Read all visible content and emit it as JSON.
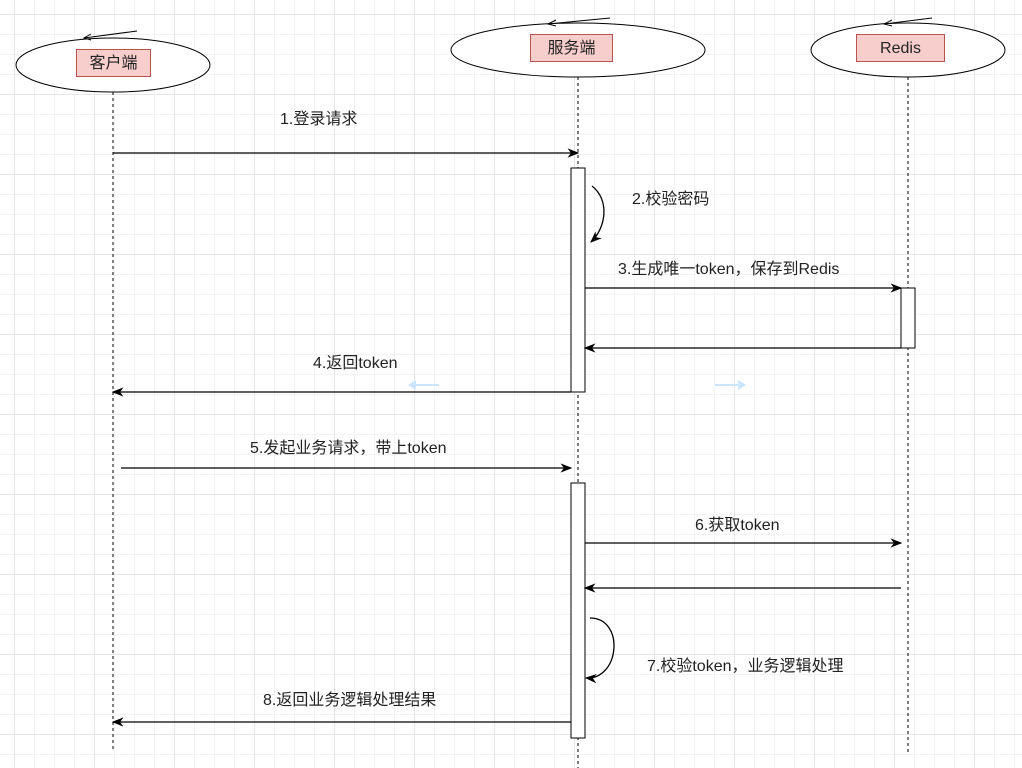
{
  "diagram": {
    "type": "sequence-diagram",
    "participants": [
      {
        "id": "client",
        "label": "客户端"
      },
      {
        "id": "server",
        "label": "服务端"
      },
      {
        "id": "redis",
        "label": "Redis"
      }
    ],
    "messages": [
      {
        "id": "m1",
        "from": "client",
        "to": "server",
        "label": "1.登录请求"
      },
      {
        "id": "m2",
        "from": "server",
        "to": "server",
        "label": "2.校验密码"
      },
      {
        "id": "m3",
        "from": "server",
        "to": "redis",
        "label": "3.生成唯一token，保存到Redis"
      },
      {
        "id": "m3r",
        "from": "redis",
        "to": "server",
        "label": ""
      },
      {
        "id": "m4",
        "from": "server",
        "to": "client",
        "label": "4.返回token"
      },
      {
        "id": "m5",
        "from": "client",
        "to": "server",
        "label": "5.发起业务请求，带上token"
      },
      {
        "id": "m6",
        "from": "server",
        "to": "redis",
        "label": "6.获取token"
      },
      {
        "id": "m6r",
        "from": "redis",
        "to": "server",
        "label": ""
      },
      {
        "id": "m7",
        "from": "server",
        "to": "server",
        "label": "7.校验token，业务逻辑处理"
      },
      {
        "id": "m8",
        "from": "server",
        "to": "client",
        "label": "8.返回业务逻辑处理结果"
      }
    ],
    "colors": {
      "participant_fill": "#f8cecc",
      "participant_stroke": "#b85450",
      "line": "#000000",
      "guide": "#cce5ff"
    }
  }
}
